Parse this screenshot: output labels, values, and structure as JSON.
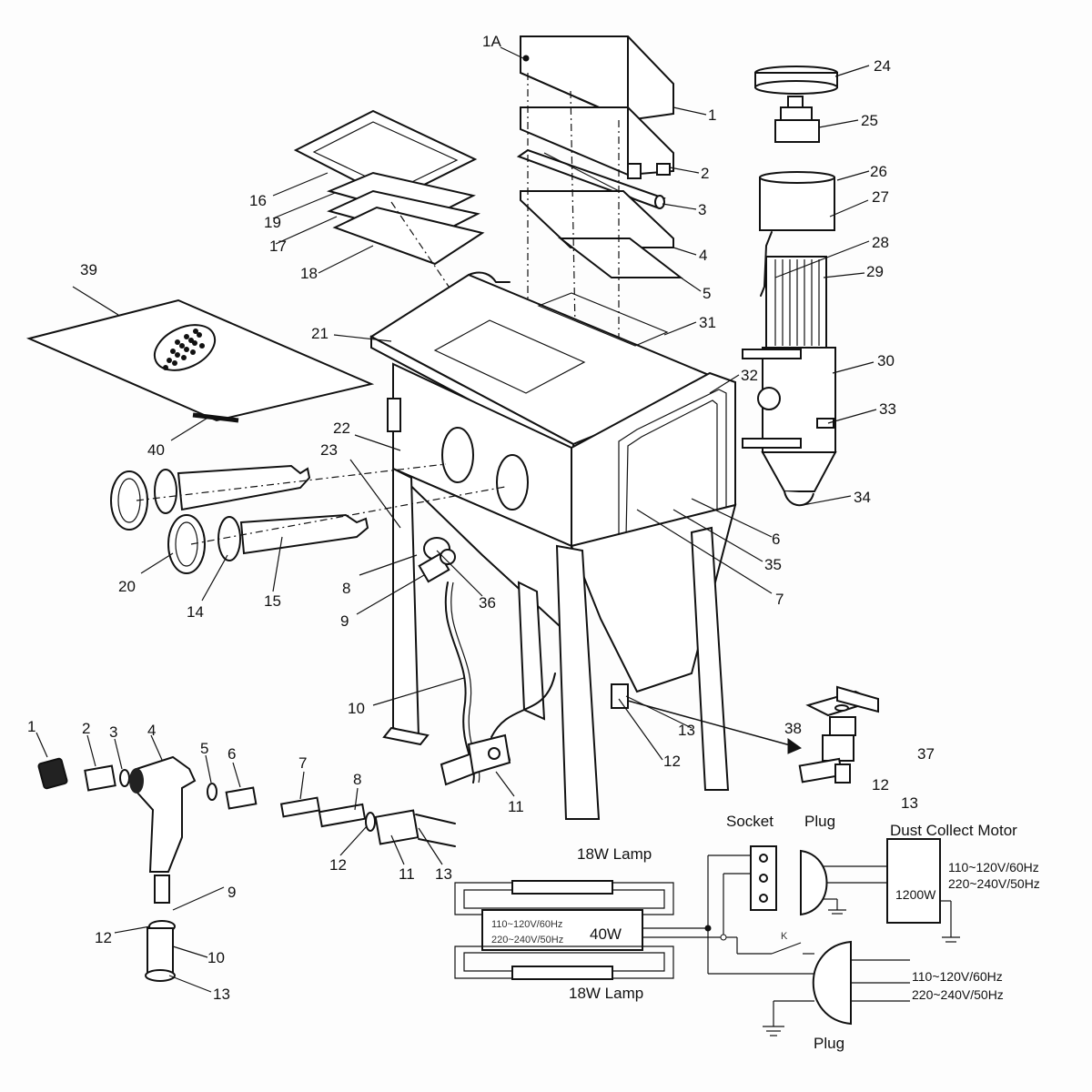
{
  "labels": {
    "l1A": "1A",
    "l1": "1",
    "l2": "2",
    "l3": "3",
    "l4": "4",
    "l5": "5",
    "l6": "6",
    "l7": "7",
    "l8": "8",
    "l9": "9",
    "l10": "10",
    "l11": "11",
    "l12": "12",
    "l13": "13",
    "l14": "14",
    "l15": "15",
    "l16": "16",
    "l17": "17",
    "l18": "18",
    "l19": "19",
    "l20": "20",
    "l21": "21",
    "l22": "22",
    "l23": "23",
    "l24": "24",
    "l25": "25",
    "l26": "26",
    "l27": "27",
    "l28": "28",
    "l29": "29",
    "l30": "30",
    "l31": "31",
    "l32": "32",
    "l33": "33",
    "l34": "34",
    "l35": "35",
    "l36": "36",
    "l37": "37",
    "l38": "38",
    "l39": "39",
    "l40": "40"
  },
  "gun_labels": {
    "g1": "1",
    "g2": "2",
    "g3": "3",
    "g4": "4",
    "g5": "5",
    "g6": "6",
    "g7": "7",
    "g8": "8",
    "g9": "9",
    "g10": "10",
    "g11": "11",
    "g12a": "12",
    "g12b": "12",
    "g13a": "13",
    "g13b": "13"
  },
  "valve_labels": {
    "v12": "12",
    "v13": "13",
    "v38": "38",
    "v37": "37"
  },
  "wiring": {
    "lamp_top": "18W Lamp",
    "lamp_bottom": "18W Lamp",
    "ballast_v1": "110~120V/60Hz",
    "ballast_v2": "220~240V/50Hz",
    "ballast_w": "40W",
    "socket": "Socket",
    "plug_top": "Plug",
    "motor_title": "Dust Collect Motor",
    "motor_w": "1200W",
    "motor_v1": "110~120V/60Hz",
    "motor_v2": "220~240V/50Hz",
    "switch": "K",
    "mains_v1": "110~120V/60Hz",
    "mains_v2": "220~240V/50Hz",
    "plug_bottom": "Plug"
  }
}
